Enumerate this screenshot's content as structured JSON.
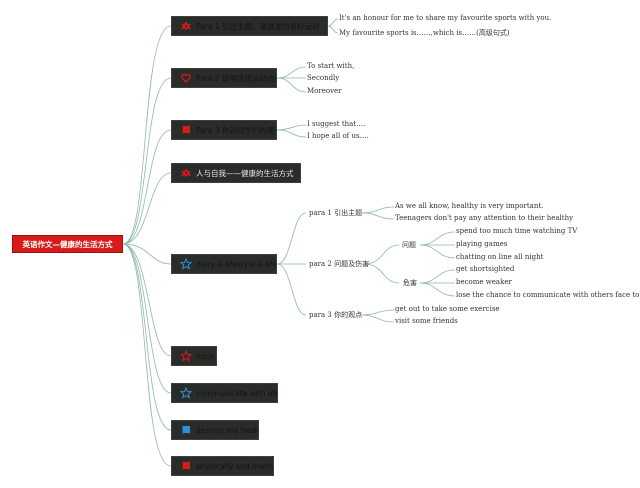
{
  "root": {
    "label": "英语作文—健康的生活方式"
  },
  "branches": {
    "para1": {
      "label": "Para 1 引出主题，谁谁谁的喜好运动"
    },
    "para2": {
      "label": "Para 2 说明选择运动的原因"
    },
    "para3": {
      "label": "Para 3 你对同学们的建议"
    },
    "people": {
      "label": "人与自我——健康的生活方式"
    },
    "diary": {
      "label": "diary & lifestyle & lifestyle"
    },
    "noun": {
      "label": "noun"
    },
    "communicate": {
      "label": "communicate with others"
    },
    "destroy": {
      "label": "destroy my health"
    },
    "physically": {
      "label": "physically and mentally"
    }
  },
  "para1_lines": [
    "It's an honour for me to share my favourite sports with you.",
    "My favourite sports is……,which is……(高级句式)"
  ],
  "para2_lines": [
    "To start with,",
    "Secondly",
    "Moreover"
  ],
  "para3_lines": [
    "I suggest that….",
    "I hope all of us…."
  ],
  "diary_sub": {
    "p1": {
      "label": "para 1 引出主题",
      "items": [
        "As we all know, healthy is very important.",
        "Teenagers don't pay any attention to their healthy"
      ]
    },
    "p2": {
      "label": "para 2 问题及伤害",
      "wenti": {
        "label": "问题",
        "items": [
          "spend too much time watching TV",
          "playing games",
          "chatting on line all night"
        ]
      },
      "fuhai": {
        "label": "危害",
        "items": [
          "get shortsighted",
          "become weaker",
          "lose the chance to communicate with others face to face"
        ]
      }
    },
    "p3": {
      "label": "para 3 你的观点",
      "items": [
        "get out to take some exercise",
        "visit some friends"
      ]
    }
  },
  "colors": {
    "line": "#8fb8ad",
    "root": "#d61b1b",
    "node": "#2a2c2a"
  }
}
